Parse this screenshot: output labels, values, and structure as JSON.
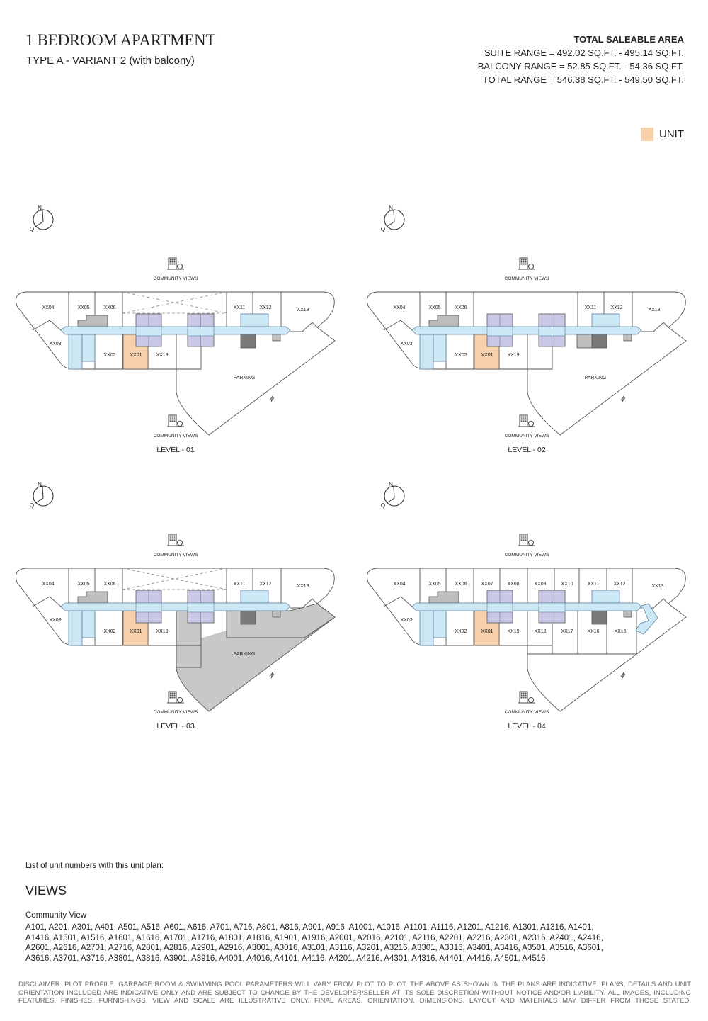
{
  "header": {
    "title": "1 BEDROOM APARTMENT",
    "subtitle": "TYPE A - VARIANT 2 (with balcony)"
  },
  "area": {
    "heading": "TOTAL SALEABLE AREA",
    "suite": "SUITE RANGE = 492.02 SQ.FT. -  495.14 SQ.FT.",
    "balcony": "BALCONY RANGE = 52.85 SQ.FT. - 54.36 SQ.FT.",
    "total": "TOTAL RANGE = 546.38 SQ.FT. -  549.50 SQ.FT."
  },
  "legend": {
    "label": "UNIT",
    "color": "#f6d1ab"
  },
  "compass": {
    "north": "N",
    "other": "Q"
  },
  "view_label": "COMMUNITY VIEWS",
  "parking_label": "PARKING",
  "levels": [
    {
      "name": "LEVEL - 01",
      "units": [
        "XX04",
        "XX05",
        "XX06",
        "XX11",
        "XX12",
        "XX13",
        "XX03",
        "XX02",
        "XX01",
        "XX19"
      ],
      "parking": true
    },
    {
      "name": "LEVEL - 02",
      "units": [
        "XX04",
        "XX05",
        "XX06",
        "XX11",
        "XX12",
        "XX13",
        "XX03",
        "XX02",
        "XX01",
        "XX19"
      ],
      "parking": true
    },
    {
      "name": "LEVEL - 03",
      "units": [
        "XX04",
        "XX05",
        "XX06",
        "XX11",
        "XX12",
        "XX13",
        "XX03",
        "XX02",
        "XX01",
        "XX19"
      ],
      "parking": true
    },
    {
      "name": "LEVEL - 04",
      "units": [
        "XX04",
        "XX05",
        "XX06",
        "XX07",
        "XX08",
        "XX09",
        "XX10",
        "XX11",
        "XX12",
        "XX13",
        "XX03",
        "XX02",
        "XX01",
        "XX19",
        "XX18",
        "XX17",
        "XX16",
        "XX15"
      ],
      "parking": false
    }
  ],
  "colors": {
    "unit": "#f6d1ab",
    "corridor": "#cde8f5",
    "core": "#c9c8e6",
    "service": "#bdbdbd",
    "dark": "#7a7a7a",
    "parking_fill": "#c8c8c8"
  },
  "units_list": {
    "intro": "List of unit numbers with this unit plan:",
    "views_heading": "VIEWS",
    "community_heading": "Community View",
    "community_units": "A101, A201, A301, A401, A501, A516, A601, A616, A701, A716, A801, A816, A901, A916, A1001, A1016, A1101, A1116, A1201, A1216, A1301, A1316, A1401, A1416, A1501, A1516, A1601, A1616, A1701, A1716, A1801, A1816, A1901, A1916, A2001, A2016, A2101, A2116, A2201, A2216, A2301, A2316, A2401, A2416, A2601, A2616, A2701, A2716, A2801, A2816, A2901, A2916, A3001, A3016, A3101, A3116, A3201, A3216, A3301, A3316, A3401, A3416, A3501, A3516, A3601, A3616, A3701, A3716, A3801, A3816, A3901, A3916, A4001, A4016, A4101, A4116, A4201, A4216, A4301, A4316, A4401, A4416, A4501, A4516"
  },
  "disclaimer": "DISCLAIMER: PLOT PROFILE, GARBAGE ROOM & SWIMMING POOL PARAMETERS WILL VARY FROM PLOT TO PLOT. THE ABOVE AS SHOWN IN THE PLANS ARE INDICATIVE. PLANS, DETAILS AND UNIT ORIENTATION INCLUDED ARE INDICATIVE ONLY AND ARE SUBJECT TO CHANGE BY THE DEVELOPER/SELLER AT ITS SOLE DISCRETION WITHOUT NOTICE AND/OR LIABILITY. ALL IMAGES, INCLUDING FEATURES, FINISHES, FURNISHINGS, VIEW AND SCALE ARE ILLUSTRATIVE ONLY. FINAL AREAS, ORIENTATION, DIMENSIONS, LAYOUT AND MATERIALS MAY DIFFER FROM THOSE STATED."
}
